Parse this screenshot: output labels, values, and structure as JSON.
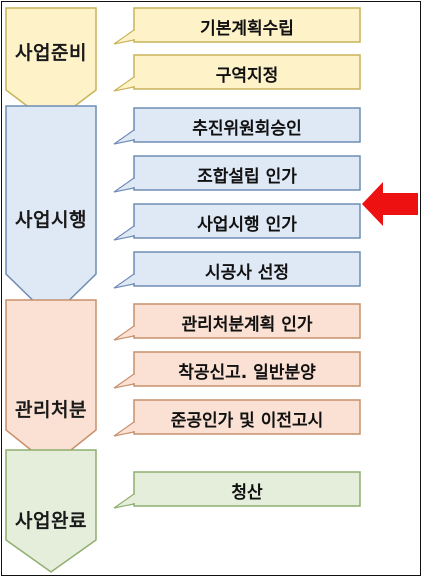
{
  "stages": [
    {
      "label": "사업준비",
      "fill": "#fdf2c8",
      "stroke": "#c9b35a",
      "steps": [
        "기본계획수립",
        "구역지정"
      ]
    },
    {
      "label": "사업시행",
      "fill": "#dfe8f5",
      "stroke": "#6f8db5",
      "steps": [
        "추진위원회승인",
        "조합설립 인가",
        "사업시행 인가",
        "시공사 선정"
      ]
    },
    {
      "label": "관리처분",
      "fill": "#fae1d3",
      "stroke": "#c8906d",
      "steps": [
        "관리처분계획 인가",
        "착공신고. 일반분양",
        "준공인가 및 이전고시"
      ]
    },
    {
      "label": "사업완료",
      "fill": "#e4eedb",
      "stroke": "#8fae6f",
      "steps": [
        "청산"
      ]
    }
  ],
  "highlight": {
    "stage_index": 1,
    "step_index": 2,
    "arrow_color": "#ee1111"
  }
}
